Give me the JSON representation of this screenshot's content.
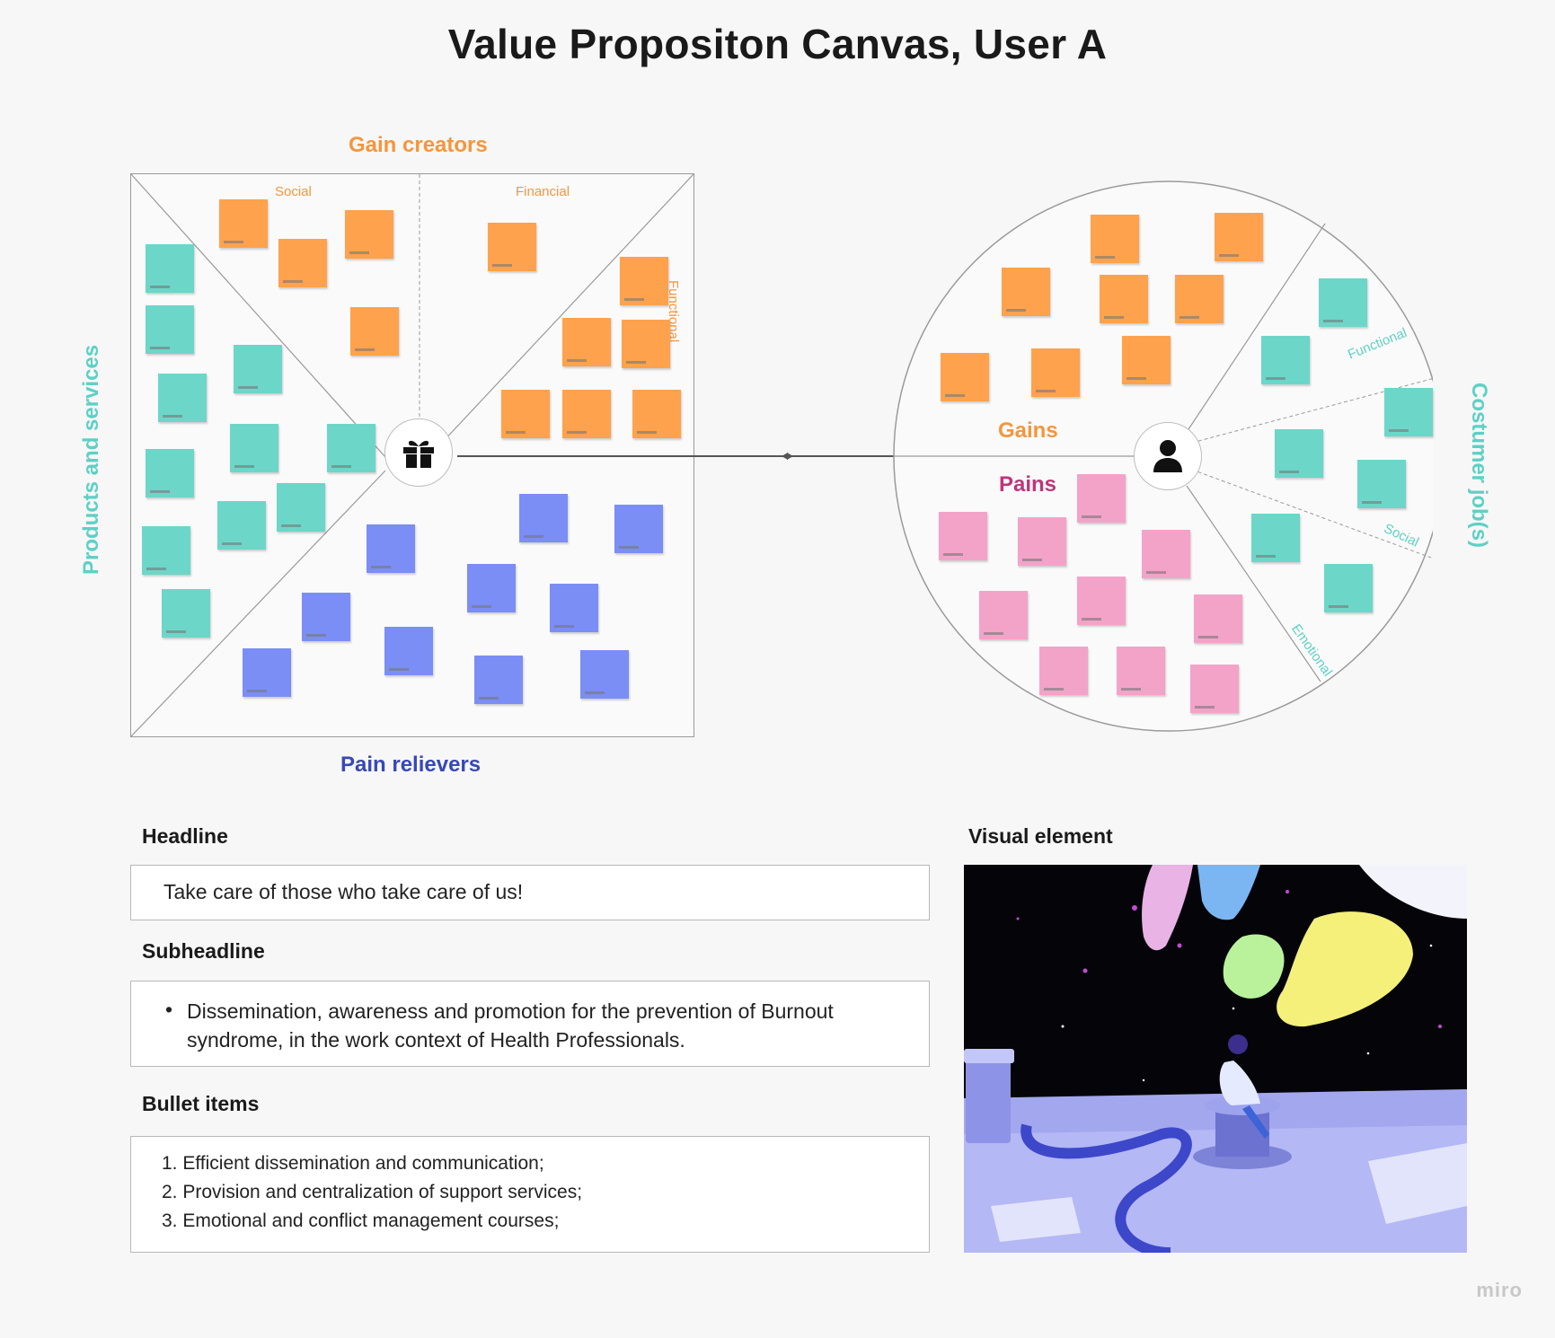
{
  "title": "Value Propositon Canvas, User A",
  "value_map": {
    "top_label": "Gain creators",
    "left_label": "Products and services",
    "bottom_label": "Pain relievers",
    "sections": {
      "social": "Social",
      "financial": "Financial",
      "functional": "Functional"
    },
    "center_icon": "gift-icon"
  },
  "customer_profile": {
    "right_label": "Costumer job(s)",
    "gains_label": "Gains",
    "pains_label": "Pains",
    "jobs": {
      "functional": "Functional",
      "social": "Social",
      "emotional": "Emotional"
    },
    "center_icon": "user-icon"
  },
  "headline": {
    "label": "Headline",
    "text": "Take care of those who take care of us!"
  },
  "subheadline": {
    "label": "Subheadline",
    "bullet": "•",
    "line1": "Dissemination, awareness and promotion for the prevention of Burnout",
    "line2": "syndrome, in the work context of Health Professionals."
  },
  "bullet_items": {
    "label": "Bullet items",
    "items": [
      "1. Efficient dissemination and communication;",
      "2. Provision and centralization of support services;",
      "3. Emotional and conflict management courses;"
    ]
  },
  "visual_element": {
    "label": "Visual element"
  },
  "brand": "miro",
  "colors": {
    "orange": "#ffa24d",
    "teal": "#6cd6c9",
    "blue": "#7b8ef5",
    "pink": "#f3a3c8"
  }
}
